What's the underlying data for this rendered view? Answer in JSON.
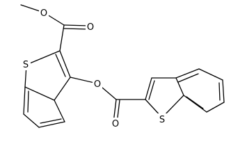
{
  "molecule": {
    "atoms": {
      "methyl_oxygen": "O",
      "ester_carbonyl_oxygen_top": "O",
      "thiophene_sulfur_left": "S",
      "ether_oxygen": "O",
      "ester_carbonyl_oxygen_bottom": "O",
      "thiophene_sulfur_right": "S"
    }
  }
}
